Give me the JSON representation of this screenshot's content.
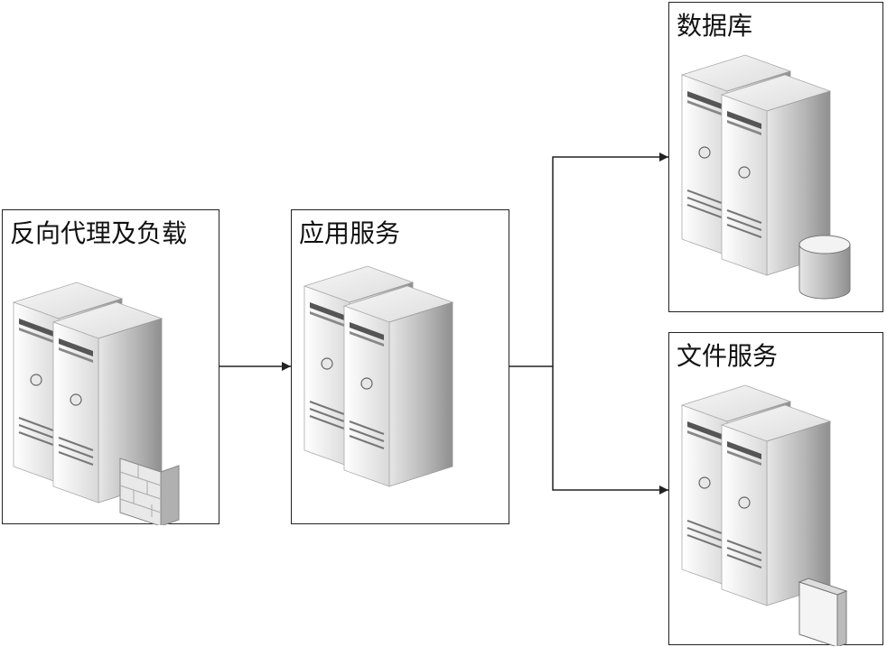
{
  "nodes": {
    "proxy": {
      "label": "反向代理及负载",
      "icon": "server-pair-firewall-icon"
    },
    "app": {
      "label": "应用服务",
      "icon": "server-pair-icon"
    },
    "db": {
      "label": "数据库",
      "icon": "server-pair-database-icon"
    },
    "files": {
      "label": "文件服务",
      "icon": "server-pair-file-icon"
    }
  },
  "connections": [
    {
      "from": "反向代理及负载",
      "to": "应用服务"
    },
    {
      "from": "应用服务",
      "to": "数据库"
    },
    {
      "from": "应用服务",
      "to": "文件服务"
    }
  ],
  "colors": {
    "line": "#222222",
    "server_light": "#f2f2f2",
    "server_dark": "#9a9a9a"
  }
}
